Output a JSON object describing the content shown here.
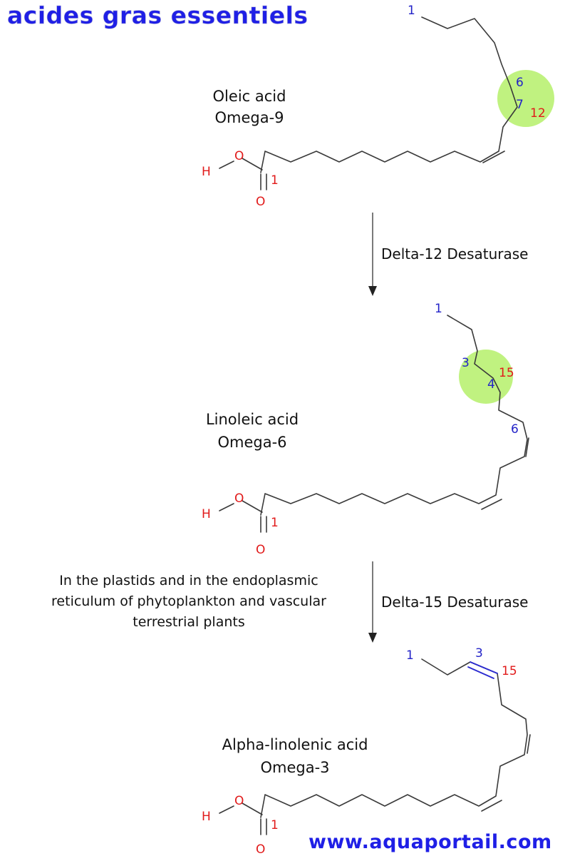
{
  "title": "acides gras essentiels",
  "website": "www.aquaportail.com",
  "colors": {
    "title": "#1f1fe6",
    "carbon_number": "#2323c8",
    "oxygen_label": "#e11a1a",
    "highlight": "#b5f06a",
    "bond": "#3a3a3a"
  },
  "molecules": [
    {
      "name": "Oleic acid",
      "family": "Omega-9",
      "atoms": {
        "hydrogen": "H",
        "hydroxyl_oxygen": "O",
        "carbonyl_oxygen": "O",
        "carboxyl_carbon": "1"
      },
      "omega_numbers": [
        "1",
        "6",
        "7"
      ],
      "delta_numbers": [
        "12"
      ]
    },
    {
      "name": "Linoleic acid",
      "family": "Omega-6",
      "atoms": {
        "hydrogen": "H",
        "hydroxyl_oxygen": "O",
        "carbonyl_oxygen": "O",
        "carboxyl_carbon": "1"
      },
      "omega_numbers": [
        "1",
        "3",
        "4",
        "6"
      ],
      "delta_numbers": [
        "15"
      ]
    },
    {
      "name": "Alpha-linolenic acid",
      "family": "Omega-3",
      "atoms": {
        "hydrogen": "H",
        "hydroxyl_oxygen": "O",
        "carbonyl_oxygen": "O",
        "carboxyl_carbon": "1"
      },
      "omega_numbers": [
        "1",
        "3"
      ],
      "delta_numbers": [
        "15"
      ]
    }
  ],
  "steps": [
    {
      "enzyme": "Delta-12 Desaturase"
    },
    {
      "enzyme": "Delta-15 Desaturase",
      "note_lines": [
        "In the plastids and in the endoplasmic",
        "reticulum of phytoplankton and vascular",
        "terrestrial plants"
      ]
    }
  ]
}
